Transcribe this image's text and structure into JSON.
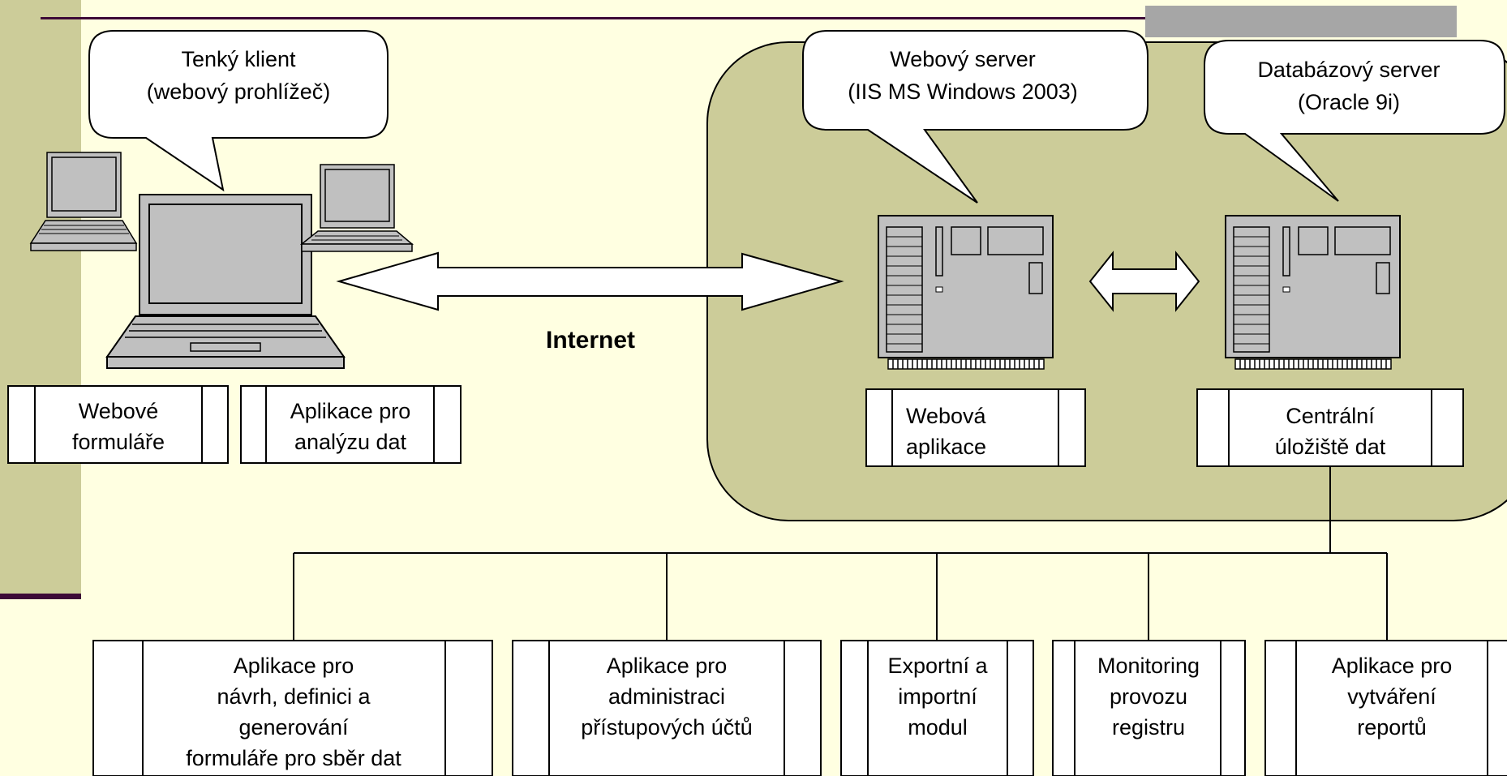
{
  "colors": {
    "background": "#ffffe1",
    "left_strip": "#cccc99",
    "accent_line": "#3d0a37",
    "server_zone": "#cccc99",
    "grey_bar": "#a6a6a6",
    "device_fill": "#c0c0c0"
  },
  "callouts": {
    "client": [
      "Tenký klient",
      "(webový prohlížeč)"
    ],
    "web_server": [
      "Webový server",
      "(IIS MS Windows  2003)"
    ],
    "db_server": [
      "Databázový server",
      "(Oracle 9i)"
    ]
  },
  "network_label": "Internet",
  "client_modules": {
    "forms": [
      "Webové",
      "formuláře"
    ],
    "analysis": [
      "Aplikace pro",
      "analýzu dat"
    ]
  },
  "server_modules": {
    "web_app": [
      "Webová",
      "aplikace"
    ],
    "central_store": [
      "Centrální",
      "úložiště dat"
    ]
  },
  "bottom_modules": [
    [
      "Aplikace pro",
      "návrh,  definici a",
      "generování",
      "formuláře pro sběr dat"
    ],
    [
      "Aplikace pro",
      "administraci",
      "přístupových účtů"
    ],
    [
      "Exportní a",
      "importní",
      "modul"
    ],
    [
      "Monitoring",
      "provozu",
      "registru"
    ],
    [
      "Aplikace pro",
      "vytváření",
      "reportů"
    ]
  ],
  "icons": [
    "laptop-icon",
    "server-icon",
    "double-arrow-icon"
  ]
}
